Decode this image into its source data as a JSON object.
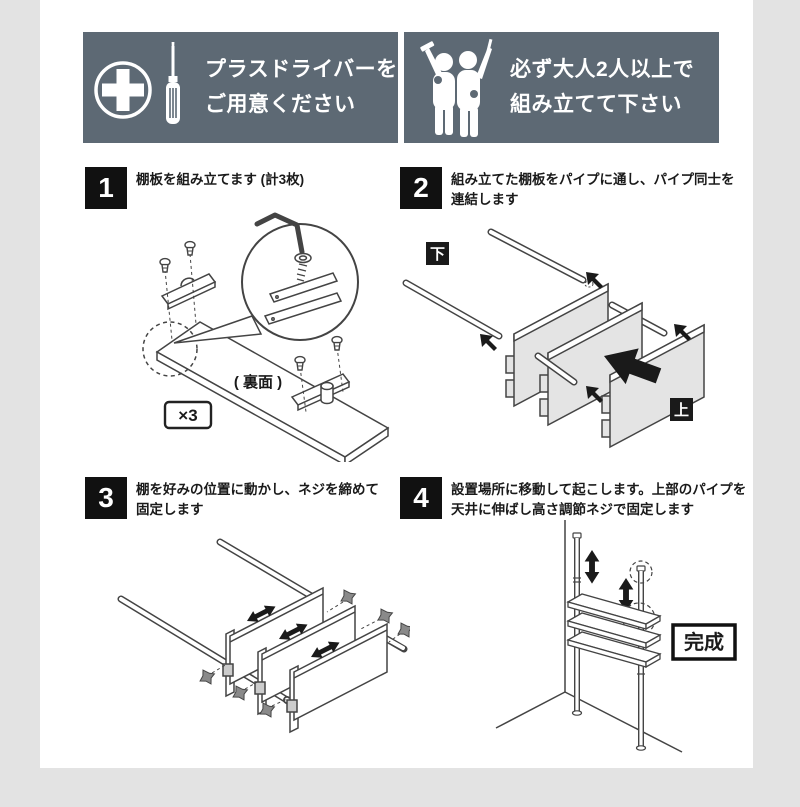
{
  "page": {
    "background": "#e3e3e3",
    "sheet_background": "#ffffff"
  },
  "banners": {
    "background": "#5d6974",
    "left": {
      "icon": "phillips-screwdriver",
      "line1": "プラスドライバーを",
      "line2": "ご用意ください"
    },
    "right": {
      "icon": "two-adults",
      "line1": "必ず大人2人以上で",
      "line2": "組み立てて下さい"
    }
  },
  "steps": [
    {
      "number": "1",
      "line1": "棚板を組み立てます (計3枚)",
      "line2": "",
      "labels": {
        "back_face": "( 裏面 )",
        "quantity": "×3"
      }
    },
    {
      "number": "2",
      "line1": "組み立てた棚板をパイプに通し、パイプ同士を",
      "line2": "連結します",
      "labels": {
        "lower": "下",
        "upper": "上"
      }
    },
    {
      "number": "3",
      "line1": "棚を好みの位置に動かし、ネジを締めて",
      "line2": "固定します",
      "labels": {}
    },
    {
      "number": "4",
      "line1": "設置場所に移動して起こします。上部のパイプを",
      "line2": "天井に伸ばし高さ調節ネジで固定します",
      "labels": {
        "complete": "完成"
      }
    }
  ],
  "colors": {
    "banner_bg": "#5d6974",
    "step_box": "#111111",
    "line_art": "#444444",
    "panel_gray": "#e4e4e4",
    "label_box": "#1a1a1a"
  }
}
